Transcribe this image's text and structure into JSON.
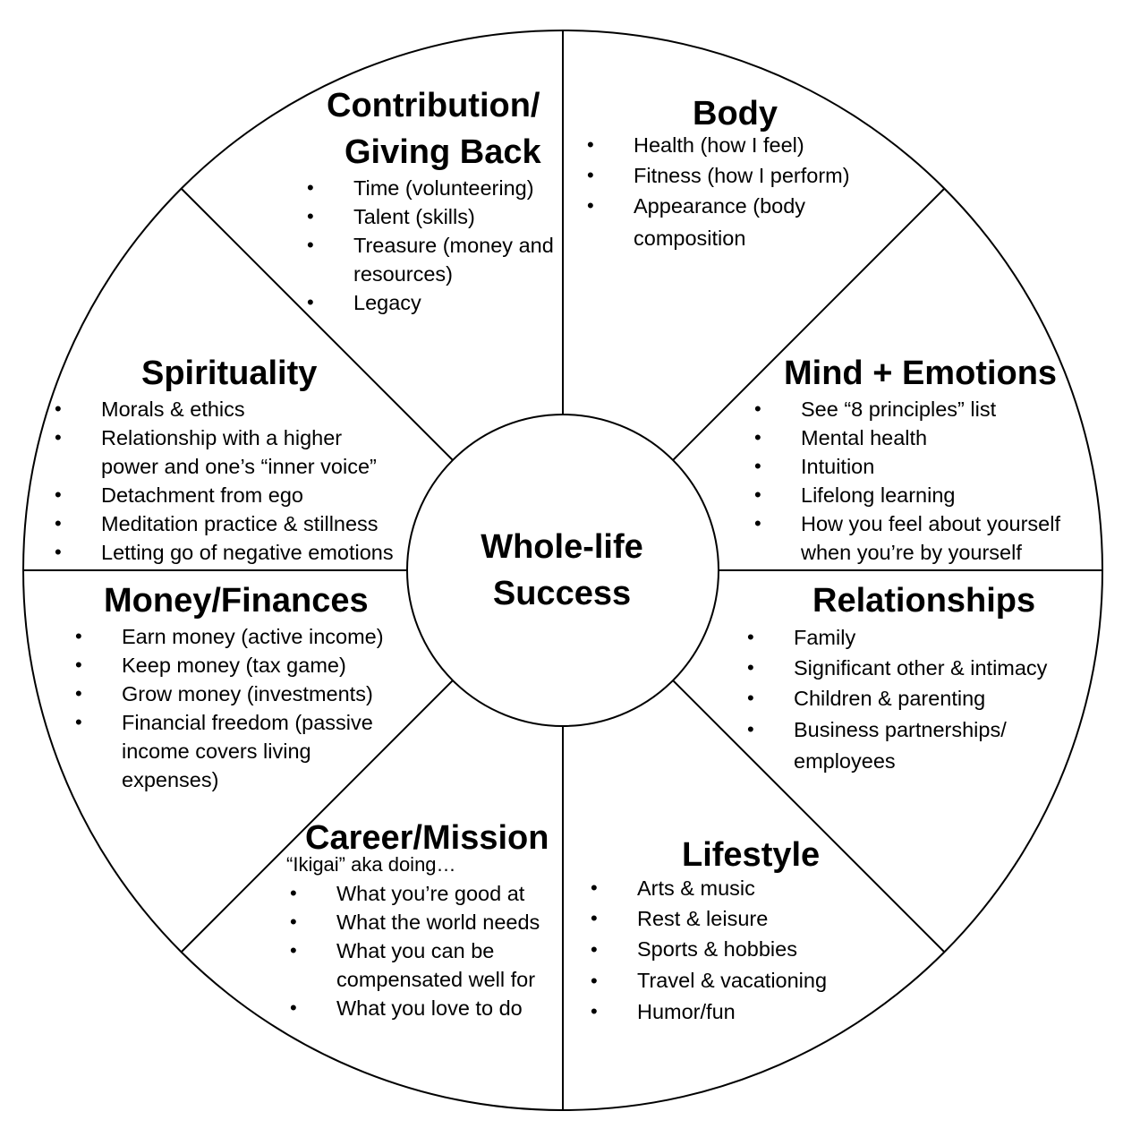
{
  "center": {
    "title": "Whole-life Success"
  },
  "sections": {
    "contribution": {
      "title_line1": "Contribution/",
      "title_line2": "Giving Back",
      "items": [
        "Time (volunteering)",
        "Talent (skills)",
        "Treasure (money and",
        "resources)",
        "Legacy"
      ]
    },
    "body": {
      "title": "Body",
      "items": [
        "Health (how I feel)",
        "Fitness (how I perform)",
        "Appearance (body",
        "composition"
      ]
    },
    "spirituality": {
      "title": "Spirituality",
      "items": [
        "Morals & ethics",
        "Relationship with a higher",
        "power and one’s “inner voice”",
        "Detachment from ego",
        "Meditation practice & stillness",
        "Letting go of negative emotions"
      ]
    },
    "mind": {
      "title": "Mind + Emotions",
      "items": [
        "See “8 principles” list",
        "Mental health",
        "Intuition",
        "Lifelong learning",
        "How you feel about yourself",
        "when you’re by yourself"
      ]
    },
    "money": {
      "title": "Money/Finances",
      "items": [
        "Earn money (active income)",
        "Keep money (tax game)",
        "Grow money (investments)",
        "Financial freedom (passive",
        "income covers living",
        "expenses)"
      ]
    },
    "relationships": {
      "title": "Relationships",
      "items": [
        "Family",
        "Significant other & intimacy",
        "Children & parenting",
        "Business partnerships/",
        "employees"
      ]
    },
    "career": {
      "title": "Career/Mission",
      "subtitle": "“Ikigai” aka doing…",
      "items": [
        "What you’re good at",
        "What the world needs",
        "What you can be",
        "compensated well for",
        "What you love to do"
      ]
    },
    "lifestyle": {
      "title": "Lifestyle",
      "items": [
        "Arts & music",
        "Rest & leisure",
        "Sports & hobbies",
        "Travel & vacationing",
        "Humor/fun"
      ]
    }
  }
}
